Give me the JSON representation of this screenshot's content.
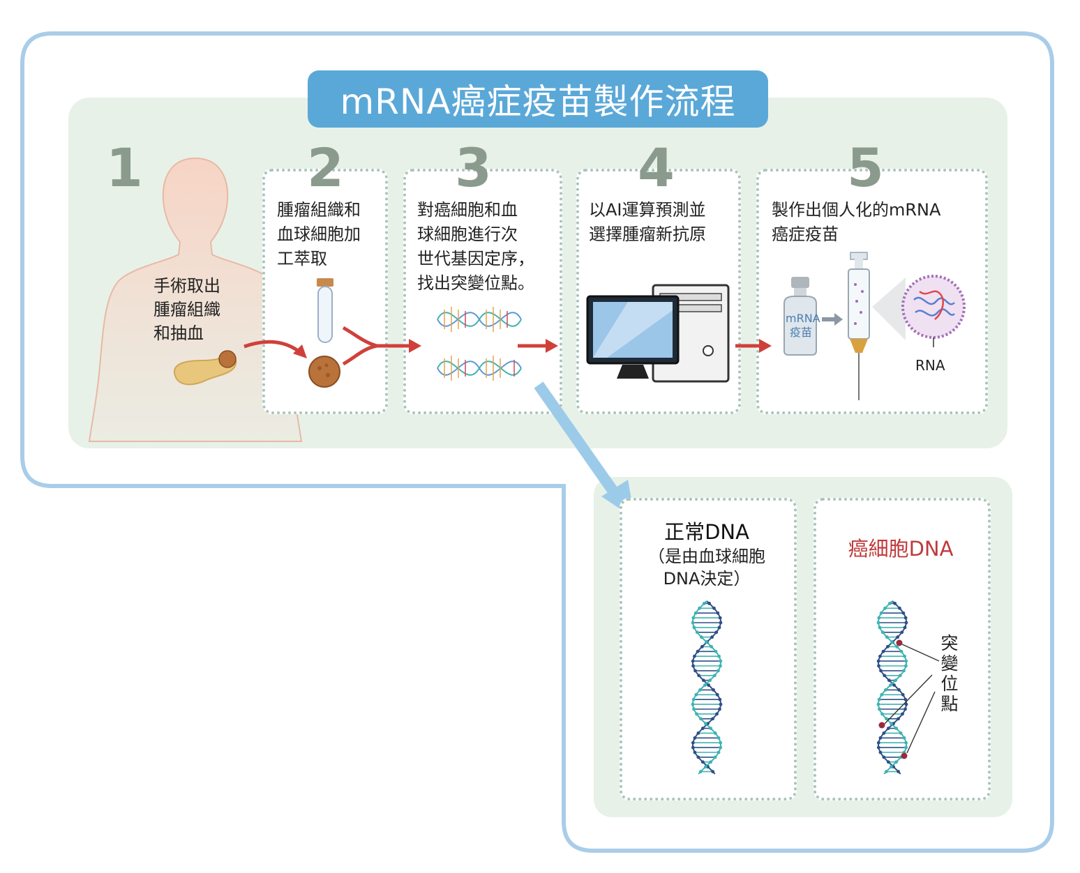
{
  "title": "mRNA癌症疫苗製作流程",
  "steps": [
    {
      "number": "1",
      "text": "手術取出\n腫瘤組織\n和抽血"
    },
    {
      "number": "2",
      "text": "腫瘤組織和\n血球細胞加\n工萃取"
    },
    {
      "number": "3",
      "text": "對癌細胞和血\n球細胞進行次\n世代基因定序，\n找出突變位點。"
    },
    {
      "number": "4",
      "text": "以AI運算預測並\n選擇腫瘤新抗原"
    },
    {
      "number": "5",
      "text": "製作出個人化的mRNA\n癌症疫苗"
    }
  ],
  "vial_label": "mRNA\n疫苗",
  "rna_label": "RNA",
  "normal_dna": {
    "title": "正常DNA",
    "subtitle": "（是由血球細胞\nDNA決定）"
  },
  "cancer_dna": {
    "title": "癌細胞DNA",
    "mutation_label": "突\n變\n位\n點"
  },
  "colors": {
    "frame_blue": "#a9cde9",
    "panel_green": "#e8f1e8",
    "title_pill": "#5aa8d8",
    "arrow_red": "#d0403a",
    "big_arrow_blue": "#9ccbea",
    "dna_teal": "#3fb3b0",
    "dna_navy": "#2f4f86",
    "cancer_red": "#c0393b",
    "mutation_dot": "#9b2a3a"
  },
  "icons": [
    "human-silhouette-icon",
    "pancreas-icon",
    "tumor-icon",
    "test-tube-icon",
    "dna-helix-icon",
    "computer-icon",
    "vial-icon",
    "syringe-icon",
    "rna-particle-icon"
  ]
}
